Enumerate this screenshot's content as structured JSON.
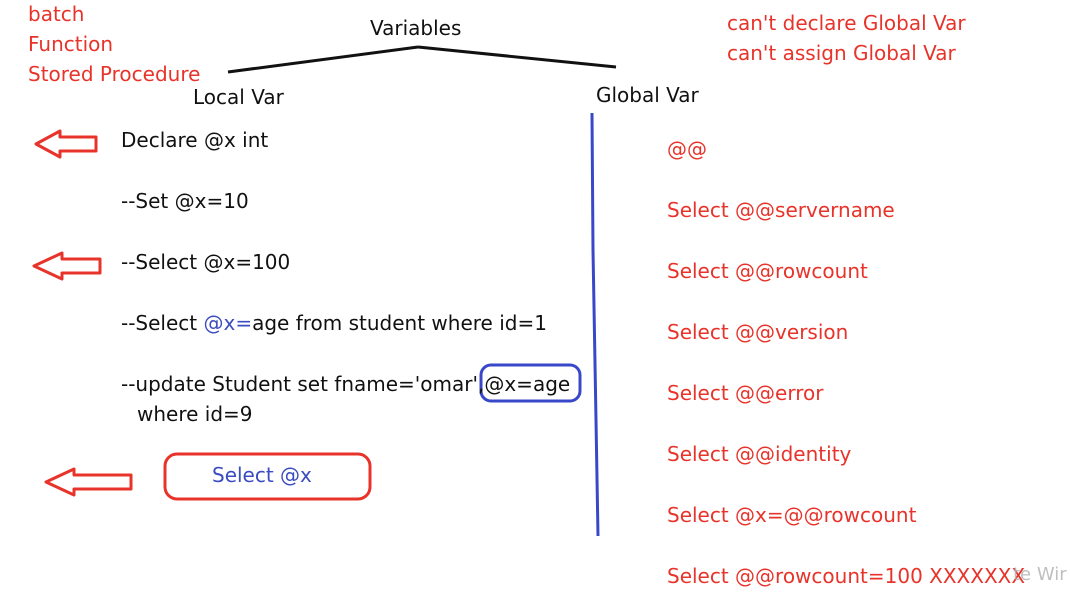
{
  "left_notes": [
    "batch",
    "Function",
    "Stored Procedure"
  ],
  "title": "Variables",
  "right_notes": [
    "can't declare Global Var",
    "can't assign Global Var"
  ],
  "local": {
    "heading": "Local Var",
    "lines": [
      "Declare @x int",
      "--Set @x=10",
      "--Select @x=100"
    ],
    "select_age": {
      "prefix": "--Select ",
      "var": "@x=",
      "rest": "age from student where id=1"
    },
    "update": {
      "prefix": "--update Student set fname='omar',",
      "boxed": "@x=age",
      "line2": "where id=9"
    },
    "final_select": "Select @x"
  },
  "global": {
    "heading": "Global Var",
    "items": [
      "@@",
      "Select @@servername",
      "Select @@rowcount",
      "Select @@version",
      "Select @@error",
      "Select @@identity",
      "Select @x=@@rowcount",
      "Select @@rowcount=100 XXXXXXX"
    ],
    "watermark": "te Wir"
  },
  "colors": {
    "annotation_red": "#e8332a",
    "highlight_blue": "#3b4cc0",
    "text_black": "#111111"
  }
}
